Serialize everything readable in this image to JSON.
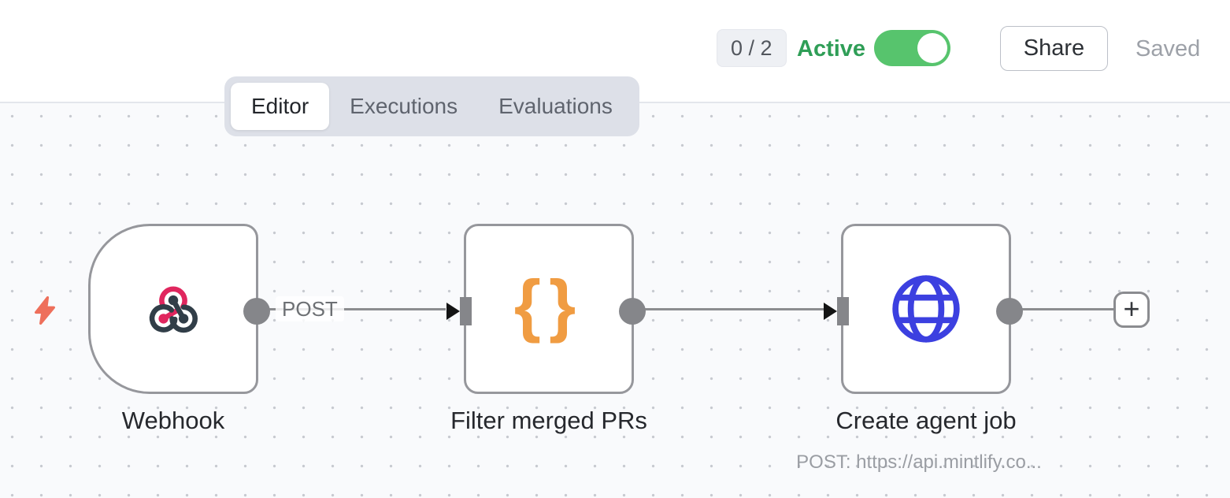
{
  "header": {
    "issues_badge": "0 / 2",
    "active_label": "Active",
    "active_state": "on",
    "share_label": "Share",
    "saved_label": "Saved"
  },
  "tabs": [
    {
      "label": "Editor",
      "active": true
    },
    {
      "label": "Executions",
      "active": false
    },
    {
      "label": "Evaluations",
      "active": false
    }
  ],
  "workflow": {
    "nodes": [
      {
        "name": "Webhook",
        "type": "webhook-trigger",
        "icon": "webhook-icon"
      },
      {
        "name": "Filter merged PRs",
        "type": "code",
        "icon": "curly-braces-icon"
      },
      {
        "name": "Create agent job",
        "type": "http-request",
        "icon": "globe-icon",
        "subtitle": "POST: https://api.mintlify.co..."
      }
    ],
    "connections": [
      {
        "from": "Webhook",
        "to": "Filter merged PRs",
        "label": "POST"
      },
      {
        "from": "Filter merged PRs",
        "to": "Create agent job",
        "label": ""
      },
      {
        "from": "Create agent job",
        "to": "add-node",
        "label": ""
      }
    ],
    "icons": {
      "open_brace": "{",
      "close_brace": "}",
      "add": "+"
    },
    "colors": {
      "active_green": "#2f9e57",
      "toggle_green": "#57c46d",
      "webhook_pink": "#e0265e",
      "webhook_slate": "#313e48",
      "braces_orange": "#f09c42",
      "globe_blue": "#3c40e0",
      "bolt_coral": "#ee6f5b",
      "node_border": "#96979c",
      "connection_gray": "#8c8d90"
    }
  }
}
